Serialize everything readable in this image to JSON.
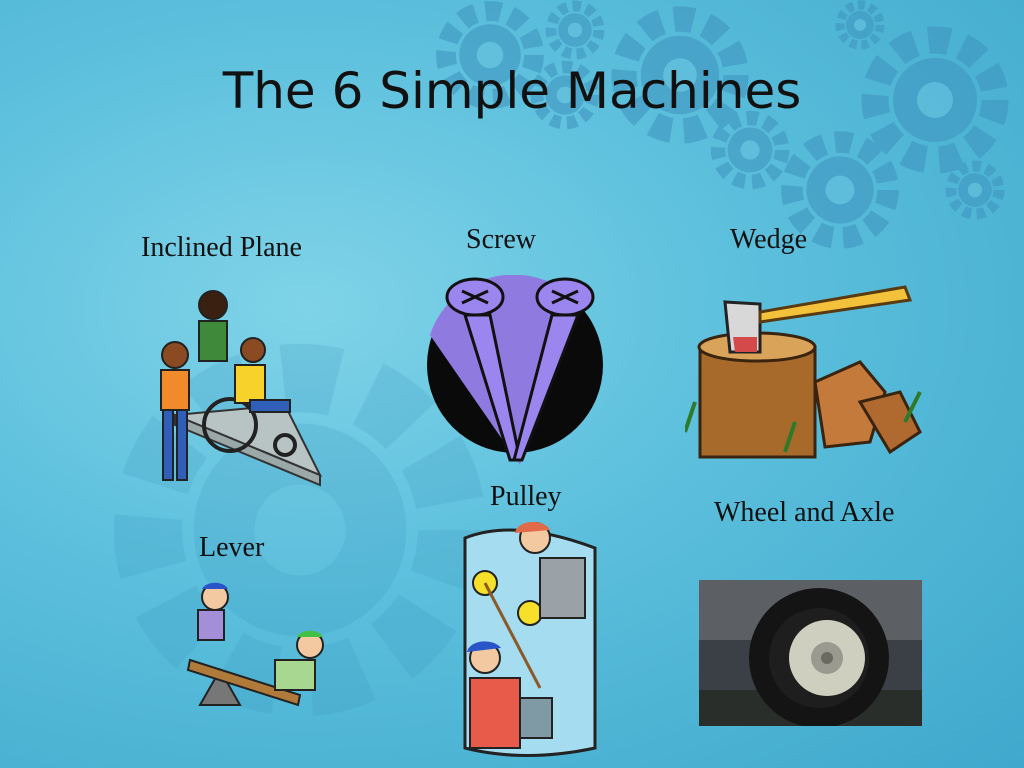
{
  "slide": {
    "title": "The 6 Simple Machines"
  },
  "machines": [
    {
      "label": "Inclined Plane",
      "icon": "inclined-plane-clipart"
    },
    {
      "label": "Screw",
      "icon": "screw-clipart"
    },
    {
      "label": "Wedge",
      "icon": "axe-in-stump-clipart"
    },
    {
      "label": "Pulley",
      "icon": "pulley-clipart"
    },
    {
      "label": "Wheel and Axle",
      "icon": "truck-wheel-photo"
    },
    {
      "label": "Lever",
      "icon": "seesaw-clipart"
    }
  ],
  "colors": {
    "background": "#5bbfdc",
    "gear": "#4aa0c8",
    "title": "#111111"
  }
}
